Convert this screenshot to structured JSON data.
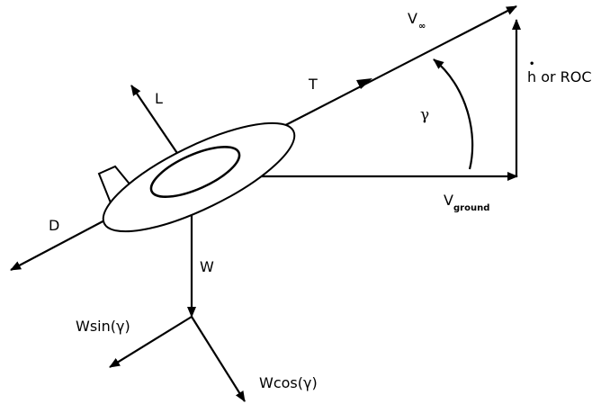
{
  "labels": {
    "v_inf": "V",
    "v_inf_sub": "∞",
    "thrust": "T",
    "lift": "L",
    "drag": "D",
    "weight": "W",
    "w_sin": "Wsin(γ)",
    "w_cos": "Wcos(γ)",
    "gamma": "γ",
    "v_ground": "V",
    "v_ground_sub": "ground",
    "h_dot_roc": "h or ROC",
    "h_dot_mark": "•"
  },
  "colors": {
    "ink": "#000000",
    "background": "#ffffff"
  }
}
